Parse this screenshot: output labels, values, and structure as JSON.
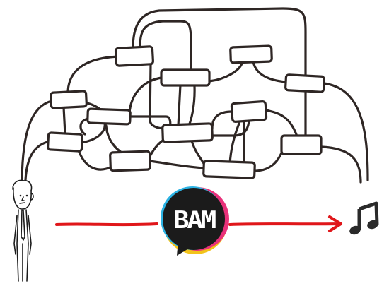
{
  "logo": {
    "text": "BAM"
  },
  "colors": {
    "arrow": "#e0161a",
    "ink": "#2e2624",
    "bubble": "#1b1b1b",
    "bubble_cyan": "#2bb2e3",
    "bubble_magenta": "#e8317a",
    "bubble_yellow": "#f2c31b"
  },
  "icons": [
    "person-figure",
    "speech-bubble-logo",
    "music-note-icon"
  ]
}
